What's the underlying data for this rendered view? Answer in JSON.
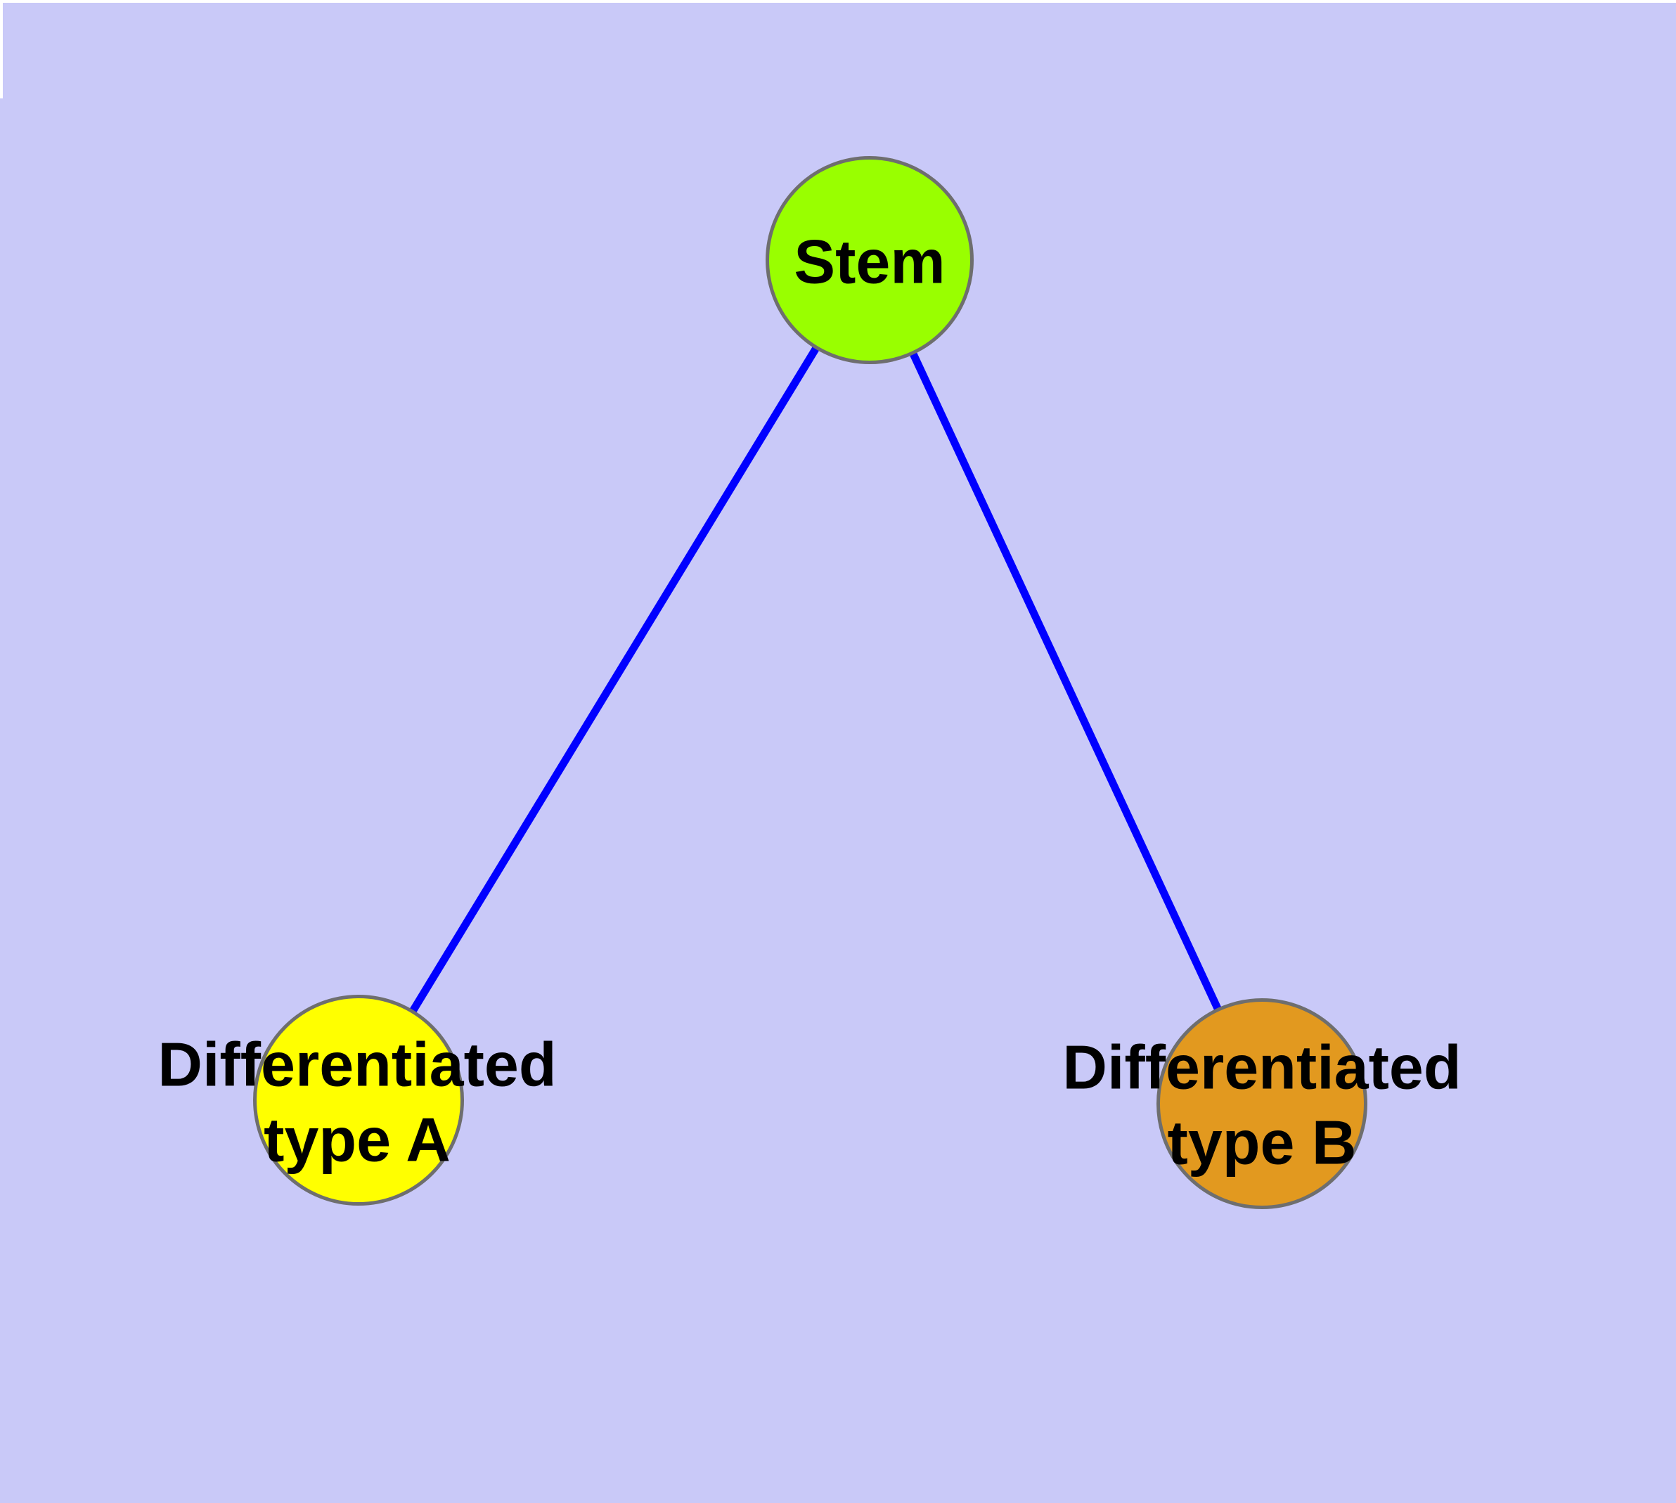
{
  "diagram": {
    "type": "node-link-graph",
    "description": "Cell differentiation hierarchy: stem node connected to two differentiated type nodes",
    "nodes": [
      {
        "id": "stem",
        "label": "Stem",
        "fill": "#99FF00",
        "shape": "circle"
      },
      {
        "id": "differentiated-type-a",
        "label_line1": "Differentiated",
        "label_line2": "type A",
        "fill": "#FFFF00",
        "shape": "circle"
      },
      {
        "id": "differentiated-type-b",
        "label_line1": "Differentiated",
        "label_line2": "type B",
        "fill": "#E2991F",
        "shape": "circle"
      }
    ],
    "edges": [
      {
        "from": "Stem",
        "to": "Differentiated type A"
      },
      {
        "from": "Stem",
        "to": "Differentiated type B"
      }
    ]
  },
  "colors": {
    "background": "#C9C9F8",
    "margin": "#FFFFFF",
    "edge": "#0000FF",
    "node_border": "#6E6E6E",
    "label": "#000000",
    "stem_fill": "#99FF00",
    "type_a_fill": "#FFFF00",
    "type_b_fill": "#E2991F"
  }
}
